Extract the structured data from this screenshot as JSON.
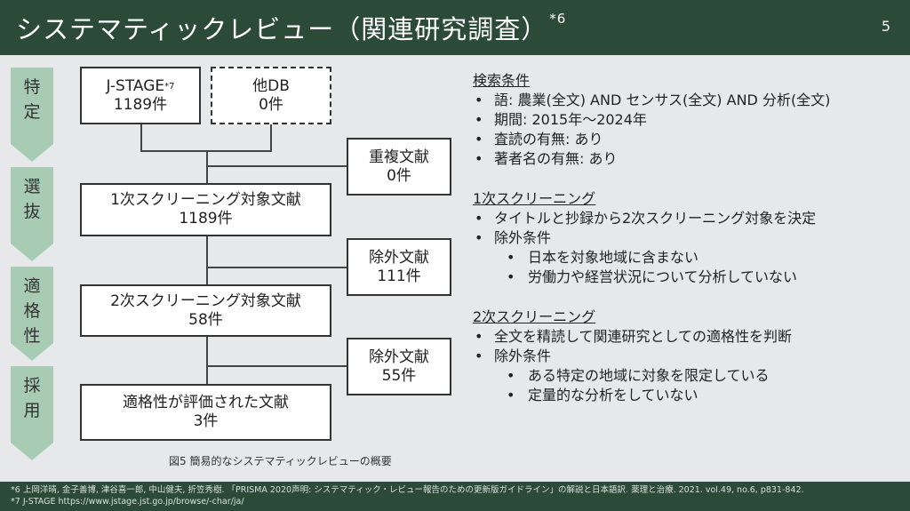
{
  "header": {
    "title": "システマティックレビュー（関連研究調査）",
    "title_ref": "*6",
    "page_number": "5"
  },
  "phases": [
    {
      "label": [
        "特",
        "定"
      ]
    },
    {
      "label": [
        "選",
        "抜"
      ]
    },
    {
      "label": [
        "適",
        "格",
        "性"
      ]
    },
    {
      "label": [
        "採",
        "用"
      ]
    }
  ],
  "flow": {
    "jstage": {
      "name": "J-STAGE",
      "ref": "*7",
      "count": "1189件"
    },
    "otherdb": {
      "name": "他DB",
      "count": "0件"
    },
    "duplicate": {
      "name": "重複文献",
      "count": "0件"
    },
    "screen1": {
      "name": "1次スクリーニング対象文献",
      "count": "1189件"
    },
    "exclude1": {
      "name": "除外文献",
      "count": "111件"
    },
    "screen2": {
      "name": "2次スクリーニング対象文献",
      "count": "58件"
    },
    "exclude2": {
      "name": "除外文献",
      "count": "55件"
    },
    "eligible": {
      "name": "適格性が評価された文献",
      "count": "3件"
    }
  },
  "caption": "図5 簡易的なシステマティックレビューの概要",
  "sections": {
    "search": {
      "title": "検索条件",
      "items": [
        "語: 農業(全文) AND センサス(全文) AND 分析(全文)",
        "期間: 2015年〜2024年",
        "査読の有無: あり",
        "著者名の有無: あり"
      ]
    },
    "screening1": {
      "title": "1次スクリーニング",
      "item1": "タイトルと抄録から2次スクリーニング対象を決定",
      "item2": "除外条件",
      "subitems": [
        "日本を対象地域に含まない",
        "労働力や経営状況について分析していない"
      ]
    },
    "screening2": {
      "title": "2次スクリーニング",
      "item1": "全文を精読して関連研究としての適格性を判断",
      "item2": "除外条件",
      "subitems": [
        "ある特定の地域に対象を限定している",
        "定量的な分析をしていない"
      ]
    }
  },
  "footer": {
    "ref6": "*6 上岡洋晴, 金子善博, 津谷喜一郎, 中山健夫, 折笠秀樹. 「PRISMA 2020声明: システマティック・レビュー報告のための更新版ガイドライン」の解説と日本語訳. 薬理と治療. 2021. vol.49, no.6, p831-842.",
    "ref7": "*7 J-STAGE https://www.jstage.jst.go.jp/browse/-char/ja/"
  }
}
